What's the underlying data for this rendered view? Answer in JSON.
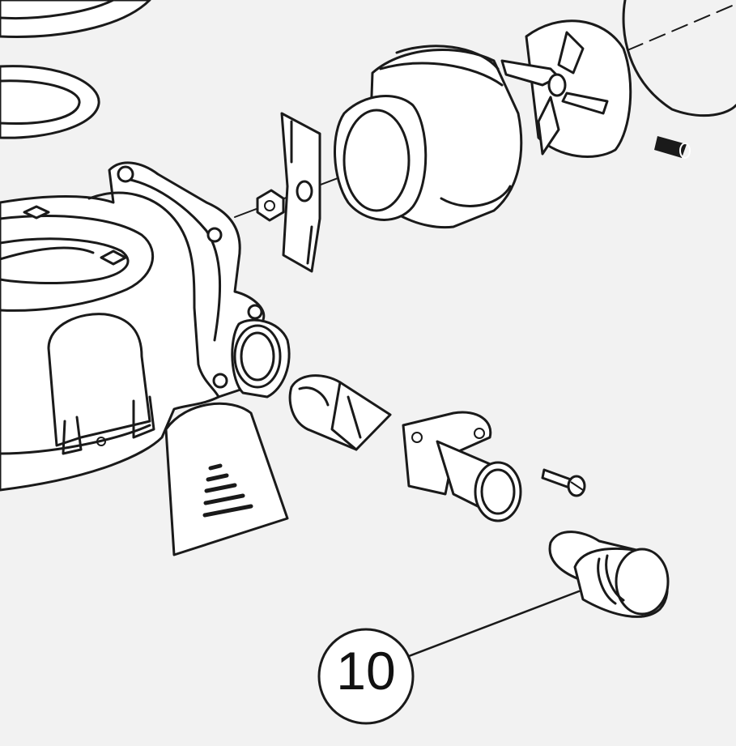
{
  "diagram": {
    "type": "exploded parts diagram",
    "callouts": [
      {
        "label": "10",
        "part": "plug"
      }
    ]
  }
}
